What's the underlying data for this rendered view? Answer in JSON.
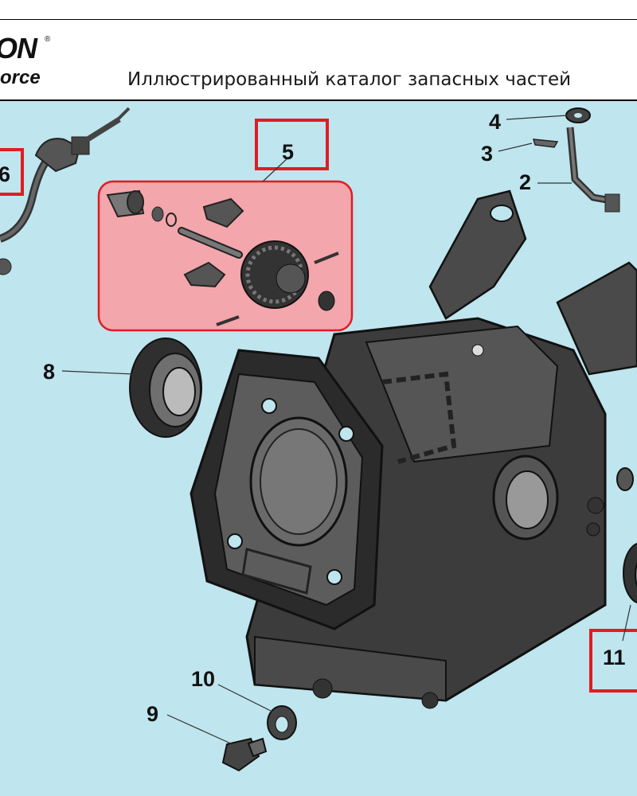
{
  "header": {
    "logo_text": "ON",
    "logo_registered": "®",
    "logo_sub": "orce",
    "title": "Иллюстрированный каталог запасных частей"
  },
  "diagram": {
    "background": "#bfe5ee",
    "highlight_color": "#e11b22",
    "group_fill": "#f3a6ac",
    "callouts": {
      "c2": "2",
      "c3": "3",
      "c4": "4",
      "c5": "5",
      "c6": "6",
      "c8": "8",
      "c9": "9",
      "c10": "10",
      "c11": "11"
    }
  }
}
